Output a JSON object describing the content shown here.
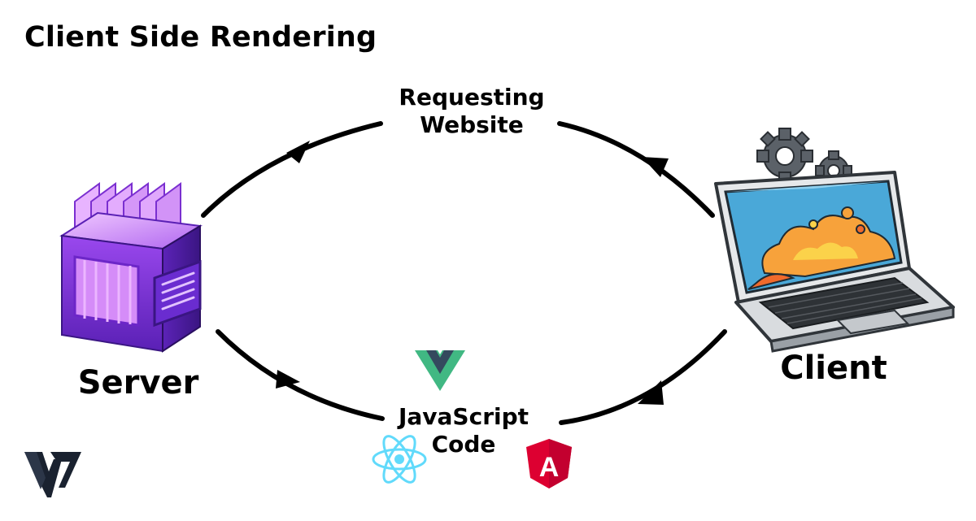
{
  "title": "Client Side Rendering",
  "request_label": {
    "line1": "Requesting",
    "line2": "Website"
  },
  "response_label": {
    "line1": "JavaScript",
    "line2": "Code"
  },
  "server": {
    "label": "Server",
    "icon": "server-box-icon"
  },
  "client": {
    "label": "Client",
    "icon": "laptop-icon"
  },
  "framework_icons": [
    "vue-icon",
    "react-icon",
    "angular-icon"
  ],
  "angular_letter": "A",
  "logo": "brand-logo-icon",
  "colors": {
    "server_purple": "#8b3fe0",
    "server_dark": "#4b1f9c",
    "vue_green": "#41b883",
    "vue_dark": "#34495e",
    "react_cyan": "#61dafb",
    "angular_red": "#dd0031",
    "logo_dark": "#1a2230"
  }
}
